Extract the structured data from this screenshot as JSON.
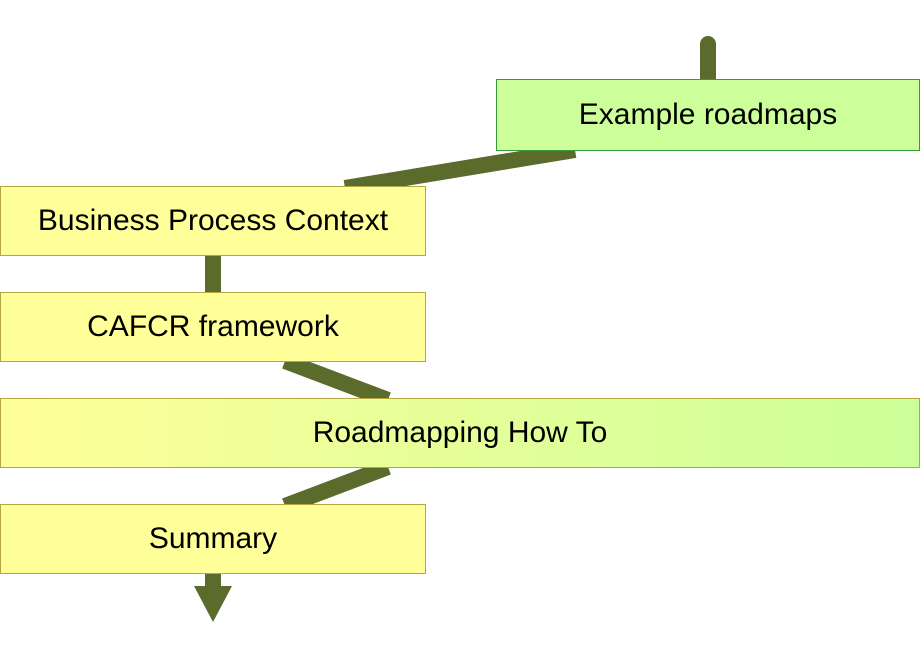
{
  "diagram": {
    "steps": [
      {
        "id": "example",
        "label": "Example roadmaps"
      },
      {
        "id": "business",
        "label": "Business Process Context"
      },
      {
        "id": "cafcr",
        "label": "CAFCR framework"
      },
      {
        "id": "howto",
        "label": "Roadmapping How To"
      },
      {
        "id": "summary",
        "label": "Summary"
      }
    ],
    "colors": {
      "connector": "#5a6b2b",
      "box_yellow": "#ffff99",
      "box_green": "#ccff99"
    }
  }
}
